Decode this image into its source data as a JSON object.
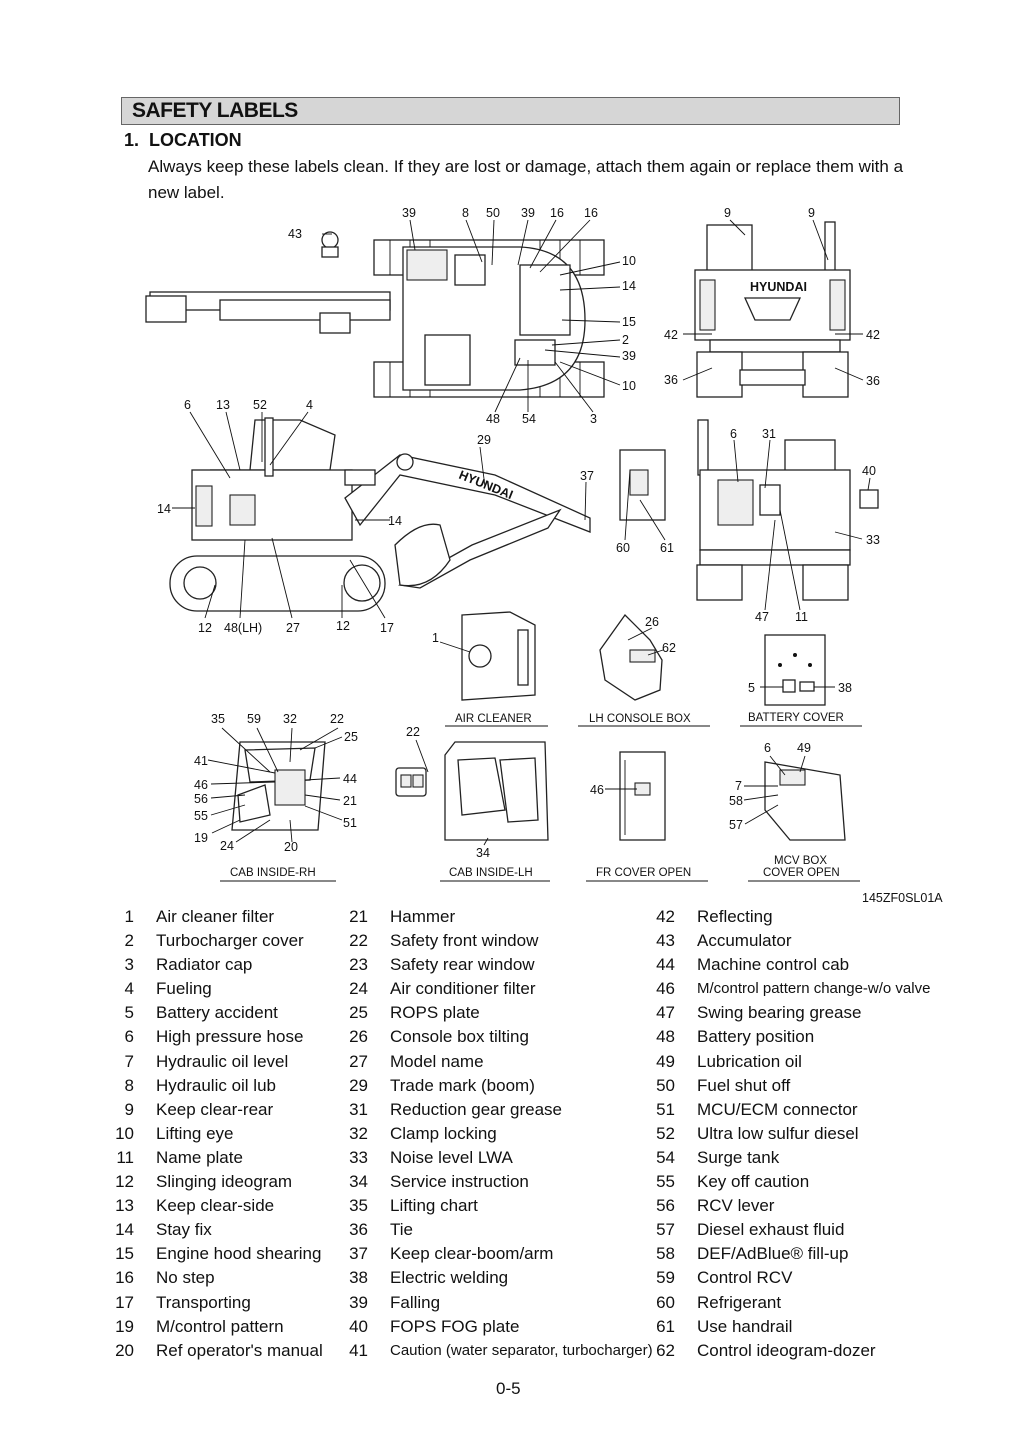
{
  "header": {
    "title": "SAFETY LABELS"
  },
  "section": {
    "number": "1.",
    "title": "LOCATION"
  },
  "intro": "Always keep these labels clean.  If they are lost or damage, attach them again or replace them with a new label.",
  "figure": {
    "drawing_code": "145ZF0SL01A",
    "brand": "HYUNDAI",
    "captions": {
      "air_cleaner": "AIR CLEANER",
      "lh_console": "LH CONSOLE BOX",
      "battery_cover": "BATTERY COVER",
      "cab_rh": "CAB INSIDE-RH",
      "cab_lh": "CAB INSIDE-LH",
      "fr_cover": "FR COVER OPEN",
      "mcv_1": "MCV BOX",
      "mcv_2": "COVER OPEN"
    },
    "callouts": {
      "top": [
        "43",
        "39",
        "8",
        "50",
        "39",
        "16",
        "16",
        "10",
        "14",
        "15",
        "2",
        "39",
        "10",
        "48",
        "54",
        "3"
      ],
      "rear": [
        "9",
        "9",
        "42",
        "42",
        "36",
        "36"
      ],
      "side": [
        "6",
        "13",
        "52",
        "4",
        "29",
        "37",
        "14",
        "14",
        "12",
        "48(LH)",
        "27",
        "12",
        "17"
      ],
      "rear_open": [
        "6",
        "31",
        "40",
        "33",
        "60",
        "61",
        "47",
        "11"
      ],
      "details": [
        "1",
        "26",
        "62",
        "5",
        "38"
      ],
      "cab_rh": [
        "35",
        "59",
        "32",
        "22",
        "25",
        "41",
        "46",
        "56",
        "55",
        "19",
        "24",
        "20",
        "44",
        "21",
        "51"
      ],
      "cab_lh": [
        "22",
        "34"
      ],
      "fr": [
        "46"
      ],
      "mcv": [
        "6",
        "49",
        "7",
        "58",
        "57"
      ]
    }
  },
  "labels": {
    "col1": [
      {
        "n": "1",
        "t": "Air cleaner filter"
      },
      {
        "n": "2",
        "t": "Turbocharger cover"
      },
      {
        "n": "3",
        "t": "Radiator cap"
      },
      {
        "n": "4",
        "t": "Fueling"
      },
      {
        "n": "5",
        "t": "Battery accident"
      },
      {
        "n": "6",
        "t": "High pressure hose"
      },
      {
        "n": "7",
        "t": "Hydraulic oil level"
      },
      {
        "n": "8",
        "t": "Hydraulic oil lub"
      },
      {
        "n": "9",
        "t": "Keep clear-rear"
      },
      {
        "n": "10",
        "t": "Lifting eye"
      },
      {
        "n": "11",
        "t": "Name plate"
      },
      {
        "n": "12",
        "t": "Slinging ideogram"
      },
      {
        "n": "13",
        "t": "Keep clear-side"
      },
      {
        "n": "14",
        "t": "Stay fix"
      },
      {
        "n": "15",
        "t": "Engine hood shearing"
      },
      {
        "n": "16",
        "t": "No step"
      },
      {
        "n": "17",
        "t": "Transporting"
      },
      {
        "n": "19",
        "t": "M/control pattern"
      },
      {
        "n": "20",
        "t": "Ref operator's manual"
      }
    ],
    "col2": [
      {
        "n": "21",
        "t": "Hammer"
      },
      {
        "n": "22",
        "t": "Safety front window"
      },
      {
        "n": "23",
        "t": "Safety rear window"
      },
      {
        "n": "24",
        "t": "Air conditioner filter"
      },
      {
        "n": "25",
        "t": "ROPS plate"
      },
      {
        "n": "26",
        "t": "Console box tilting"
      },
      {
        "n": "27",
        "t": "Model name"
      },
      {
        "n": "29",
        "t": "Trade mark (boom)"
      },
      {
        "n": "31",
        "t": "Reduction gear grease"
      },
      {
        "n": "32",
        "t": "Clamp locking"
      },
      {
        "n": "33",
        "t": "Noise level LWA"
      },
      {
        "n": "34",
        "t": "Service instruction"
      },
      {
        "n": "35",
        "t": "Lifting chart"
      },
      {
        "n": "36",
        "t": "Tie"
      },
      {
        "n": "37",
        "t": "Keep clear-boom/arm"
      },
      {
        "n": "38",
        "t": "Electric welding"
      },
      {
        "n": "39",
        "t": "Falling"
      },
      {
        "n": "40",
        "t": "FOPS FOG plate"
      },
      {
        "n": "41",
        "t": "Caution (water separator, turbocharger)"
      }
    ],
    "col3": [
      {
        "n": "42",
        "t": "Reflecting"
      },
      {
        "n": "43",
        "t": "Accumulator"
      },
      {
        "n": "44",
        "t": "Machine control cab"
      },
      {
        "n": "46",
        "t": "M/control pattern change-w/o valve"
      },
      {
        "n": "47",
        "t": "Swing bearing grease"
      },
      {
        "n": "48",
        "t": "Battery position"
      },
      {
        "n": "49",
        "t": "Lubrication oil"
      },
      {
        "n": "50",
        "t": "Fuel shut off"
      },
      {
        "n": "51",
        "t": "MCU/ECM connector"
      },
      {
        "n": "52",
        "t": "Ultra low sulfur diesel"
      },
      {
        "n": "54",
        "t": "Surge tank"
      },
      {
        "n": "55",
        "t": "Key off caution"
      },
      {
        "n": "56",
        "t": "RCV lever"
      },
      {
        "n": "57",
        "t": "Diesel exhaust fluid"
      },
      {
        "n": "58",
        "t": "DEF/AdBlue® fill-up"
      },
      {
        "n": "59",
        "t": "Control RCV"
      },
      {
        "n": "60",
        "t": "Refrigerant"
      },
      {
        "n": "61",
        "t": "Use handrail"
      },
      {
        "n": "62",
        "t": "Control ideogram-dozer"
      }
    ]
  },
  "page_number": "0-5"
}
